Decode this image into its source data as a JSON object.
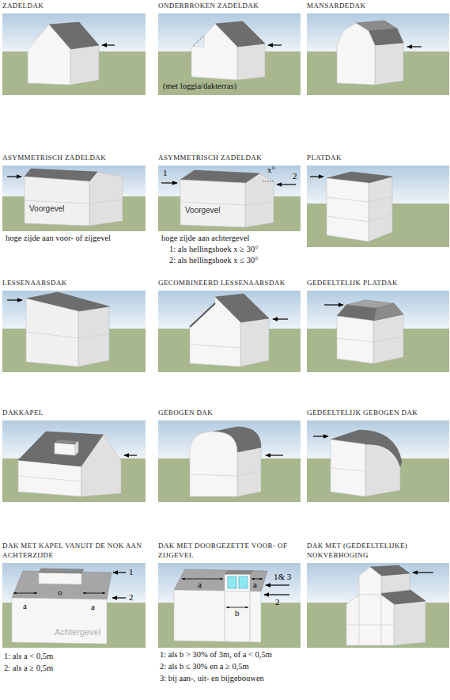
{
  "diagram": {
    "nodes": [
      {
        "text": [
          "ZADELDAK"
        ]
      },
      {
        "text": [
          "ONDERBROKEN ZADELDAK",
          "(met loggia/dakterras)"
        ]
      },
      {
        "text": [
          "MANSARDEDAK"
        ]
      },
      {
        "text": [
          "ASYMMETRISCH ZADELDAK",
          "hoge zijde aan voor- of zijgevel"
        ]
      },
      {
        "text": [
          "ASYMMETRISCH ZADELDAK",
          "hoge zijde aan achtergevel",
          "1: als hellingshoek x ≥ 30°",
          "2: als hellingshoek x ≤ 30°"
        ]
      },
      {
        "text": [
          "PLATDAK"
        ]
      },
      {
        "text": [
          "LESSENAARSDAK"
        ]
      },
      {
        "text": [
          "GECOMBINEERD LESSENAARSDAK"
        ]
      },
      {
        "text": [
          "GEDEELTELIJK PLATDAK"
        ]
      },
      {
        "text": [
          "DAKKAPEL"
        ]
      },
      {
        "text": [
          "GEBOGEN DAK"
        ]
      },
      {
        "text": [
          "GEDEELTELIJK GEBOGEN DAK"
        ]
      },
      {
        "text": [
          "DAK MET KAPEL VANUIT DE NOK AAN ACHTERZIJDE",
          "1: als a < 0,5m",
          "2: als a ≥ 0,5m"
        ]
      },
      {
        "text": [
          "DAK MET DOORGEZETTE VOOR- OF ZIJGEVEL",
          "1: als b > 30% of 3m, of a < 0,5m",
          "2: als b ≤ 30% en a ≥ 0,5m",
          "3: bij aan-, uit- en bijgebouwen"
        ]
      },
      {
        "text": [
          "DAK MET (GEDEELTELIJKE) NOKVERHOGING"
        ]
      }
    ],
    "labels": [
      "Voorgevel",
      "1",
      "x°",
      "2",
      "Voorgevel",
      "1",
      "2",
      "a",
      "a",
      "Achtergevel",
      "a",
      "a",
      "1& 3",
      "2",
      "b"
    ]
  }
}
